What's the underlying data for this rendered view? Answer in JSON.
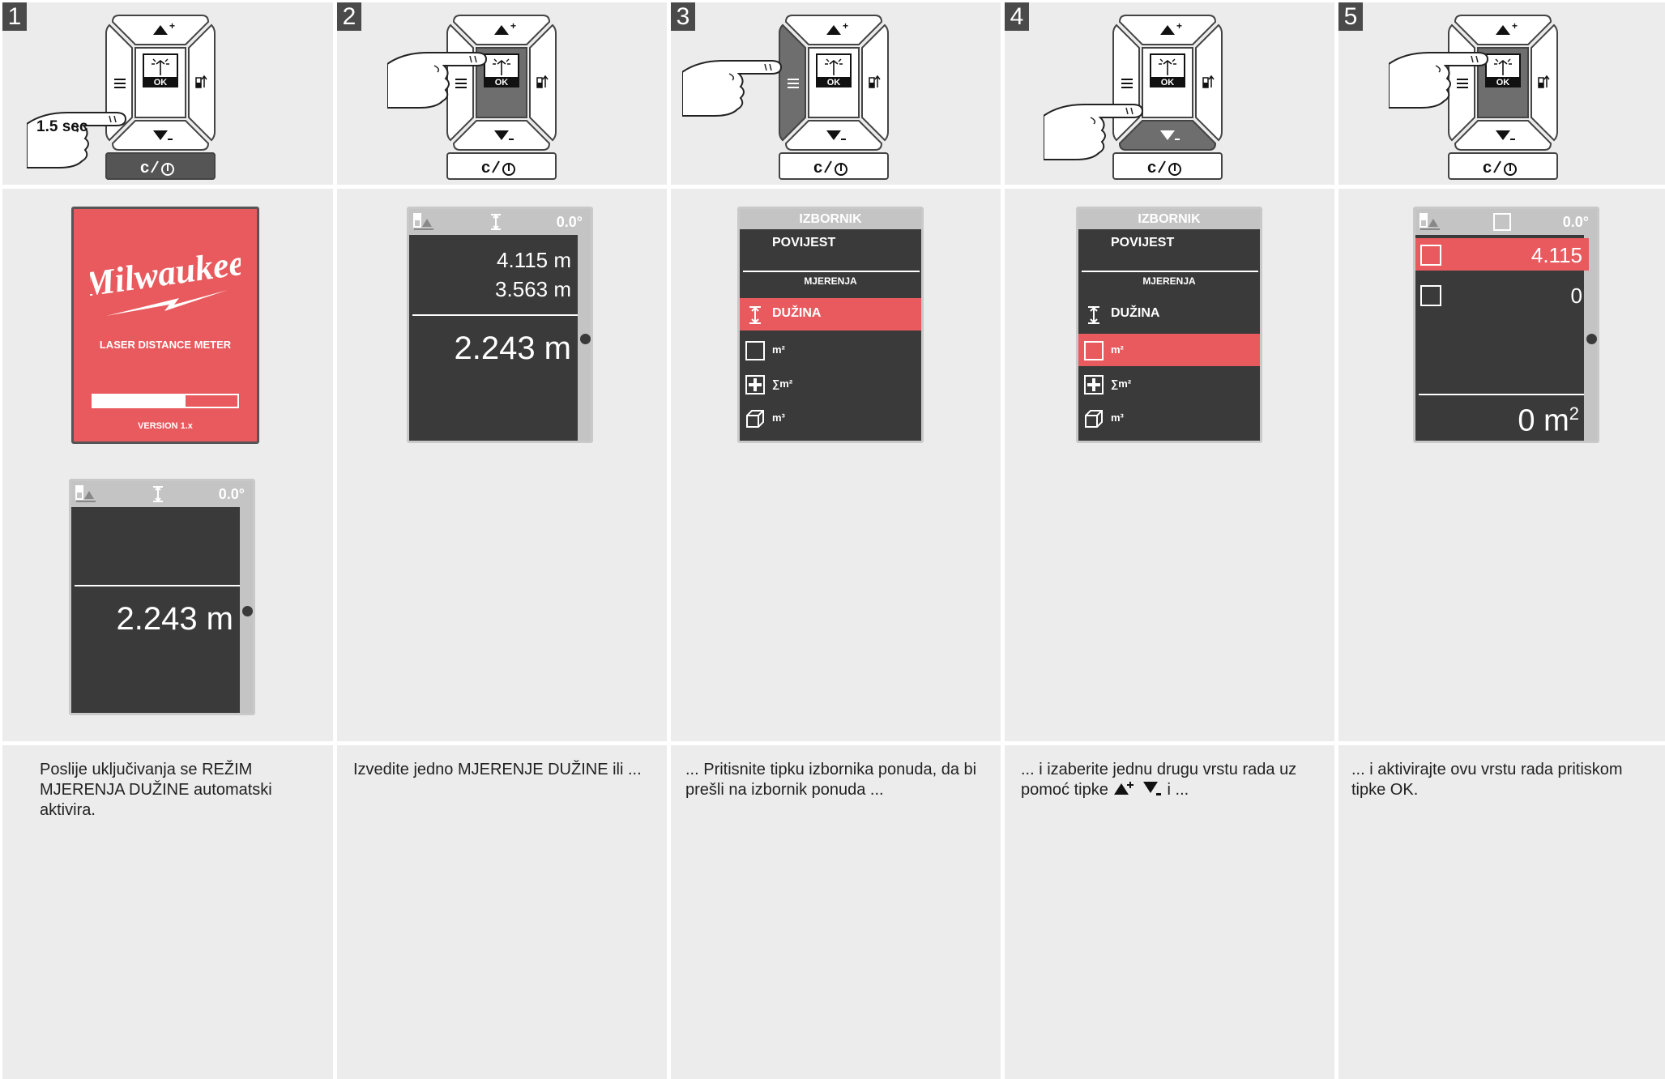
{
  "steps": [
    {
      "num": "1",
      "caption": "Poslije uključivanja se REŽIM MJERENJA DUŽINE automatski aktivira.",
      "keypad_press_label": "1.5 sec"
    },
    {
      "num": "2",
      "caption": "Izvedite jedno MJERENJE DUŽINE ili ..."
    },
    {
      "num": "3",
      "caption": "... Pritisnite tipku izbornika ponuda, da bi prešli na izbornik ponuda ..."
    },
    {
      "num": "4",
      "caption_before": "... i izaberite jednu drugu vrstu rada uz pomoć tipke",
      "caption_after": "i   ..."
    },
    {
      "num": "5",
      "caption": "... i aktivirajte ovu vrstu rada pritiskom tipke OK."
    }
  ],
  "keypad": {
    "ok_label": "OK",
    "up_label": "▲⁺",
    "down_label": "▼₋",
    "power_label": "C/⏻",
    "menu_label": "≡"
  },
  "splash": {
    "brand": "Milwaukee",
    "title": "LASER DISTANCE METER",
    "version": "VERSION 1.x",
    "progress": 0.64
  },
  "status_angle": "0.0°",
  "screen_measure_single": {
    "value": "2.243 m"
  },
  "screen_measure_history": {
    "line1": "4.115 m",
    "line2": "3.563 m",
    "value": "2.243 m"
  },
  "menu": {
    "header": "IZBORNIK",
    "history": "POVIJEST",
    "section": "MJERENJA",
    "items": [
      {
        "label": "DUŽINA",
        "icon": "length-icon"
      },
      {
        "label": "m²",
        "icon": "area-icon"
      },
      {
        "label": "∑m²",
        "icon": "sum-area-icon"
      },
      {
        "label": "m³",
        "icon": "volume-icon"
      }
    ]
  },
  "area_screen": {
    "row1": "4.115",
    "row2": "0",
    "result": "0 m",
    "result_sup": "2"
  },
  "colors": {
    "accent": "#e85a5e",
    "screen_bg": "#3a3a3a",
    "panel_bg": "#ececec",
    "bar_grey": "#c4c4c4"
  }
}
